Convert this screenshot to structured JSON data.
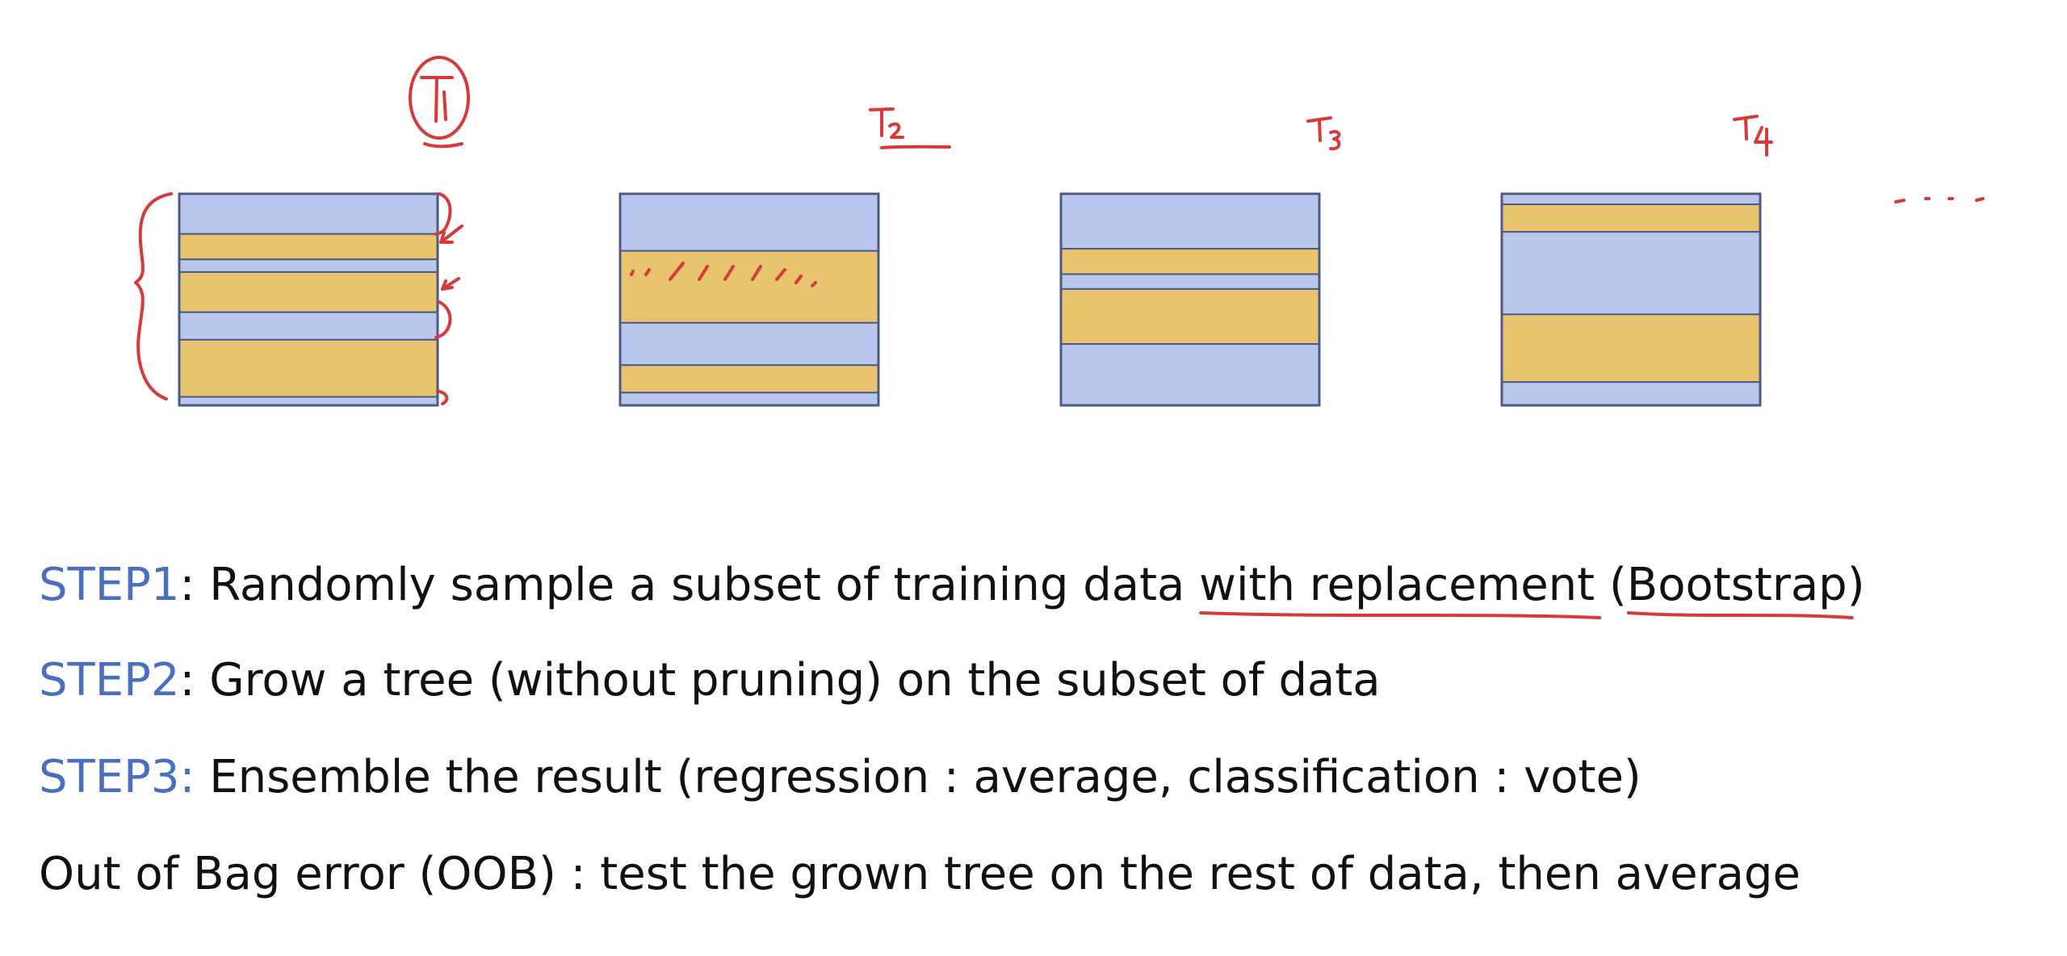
{
  "colors": {
    "out_of_bag": "#b9c7ec",
    "in_bag": "#e8c46e",
    "border": "#4d5a86",
    "step_label": "#4a6fbf",
    "ink": "#d63a3a"
  },
  "trees": [
    {
      "label": "T1",
      "circled": true,
      "bands": [
        [
          0.0,
          0.19,
          "out"
        ],
        [
          0.19,
          0.31,
          "in"
        ],
        [
          0.31,
          0.37,
          "out"
        ],
        [
          0.37,
          0.56,
          "in"
        ],
        [
          0.56,
          0.69,
          "out"
        ],
        [
          0.69,
          0.96,
          "in"
        ],
        [
          0.96,
          1.0,
          "out"
        ]
      ]
    },
    {
      "label": "T2",
      "circled": false,
      "bands": [
        [
          0.0,
          0.27,
          "out"
        ],
        [
          0.27,
          0.61,
          "in"
        ],
        [
          0.61,
          0.81,
          "out"
        ],
        [
          0.81,
          0.94,
          "in"
        ],
        [
          0.94,
          1.0,
          "out"
        ]
      ]
    },
    {
      "label": "T3",
      "circled": false,
      "bands": [
        [
          0.0,
          0.26,
          "out"
        ],
        [
          0.26,
          0.38,
          "in"
        ],
        [
          0.38,
          0.45,
          "out"
        ],
        [
          0.45,
          0.71,
          "in"
        ],
        [
          0.71,
          1.0,
          "out"
        ]
      ]
    },
    {
      "label": "T4",
      "circled": false,
      "bands": [
        [
          0.0,
          0.05,
          "out"
        ],
        [
          0.05,
          0.18,
          "in"
        ],
        [
          0.18,
          0.57,
          "out"
        ],
        [
          0.57,
          0.89,
          "in"
        ],
        [
          0.89,
          1.0,
          "out"
        ]
      ]
    }
  ],
  "steps": [
    {
      "label": "STEP1",
      "text_a": ": Randomly sample a subset of training data ",
      "text_u1": "with replacement",
      "text_b": " (",
      "text_u2": "Bootstrap",
      "text_c": ")"
    },
    {
      "label": "STEP2",
      "text": ": Grow a tree (without pruning) on the subset of data"
    },
    {
      "label": "STEP3:",
      "text": " Ensemble the result (regression : average, classification : vote)"
    },
    {
      "label": "",
      "text": "Out of Bag error (OOB) : test the grown tree on the rest of data, then average"
    }
  ]
}
